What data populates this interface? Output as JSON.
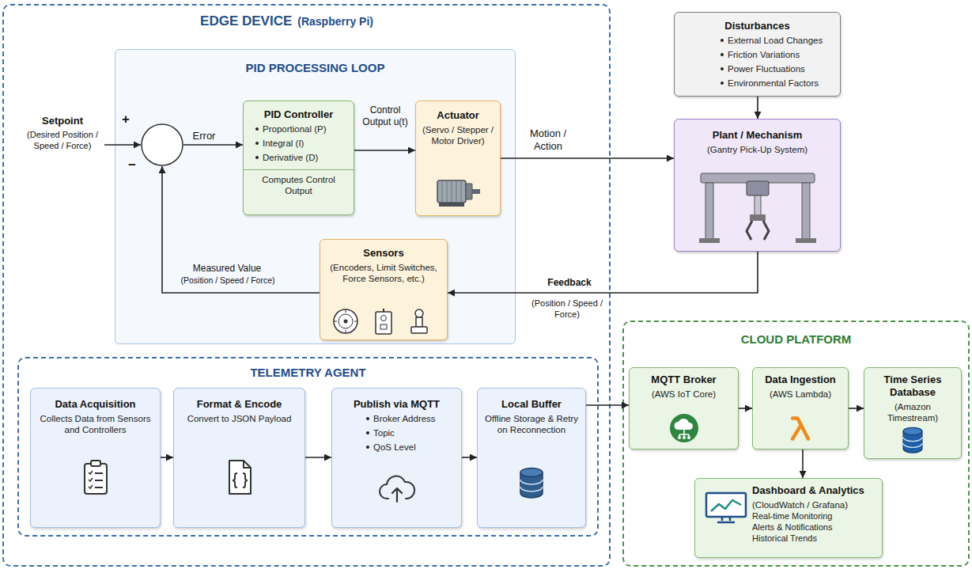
{
  "diagram": {
    "nodes": [
      {
        "text": [
          "EDGE DEVICE",
          "(Raspberry Pi)"
        ]
      },
      {
        "text": [
          "PID PROCESSING LOOP"
        ],
        "in": 0
      },
      {
        "text": [
          "+",
          "−"
        ],
        "in": 1
      },
      {
        "text": [
          "PID Controller",
          "Proportional (P)",
          "Integral (I)",
          "Derivative (D)",
          "Computes Control Output"
        ],
        "in": 1
      },
      {
        "text": [
          "Actuator",
          "(Servo / Stepper / Motor Driver)"
        ],
        "in": 1
      },
      {
        "text": [
          "Sensors",
          "(Encoders, Limit Switches, Force Sensors, etc.)"
        ],
        "in": 1
      },
      {
        "text": [
          "TELEMETRY AGENT"
        ],
        "in": 0
      },
      {
        "text": [
          "Data Acquisition",
          "Collects Data from Sensors and Controllers"
        ],
        "in": 6
      },
      {
        "text": [
          "Format & Encode",
          "Convert to JSON Payload"
        ],
        "in": 6
      },
      {
        "text": [
          "Publish via MQTT",
          "Broker Address",
          "Topic",
          "QoS Level"
        ],
        "in": 6
      },
      {
        "text": [
          "Local Buffer",
          "Offline Storage & Retry on Reconnection"
        ],
        "in": 6
      },
      {
        "text": [
          "Disturbances",
          "External Load Changes",
          "Friction Variations",
          "Power Fluctuations",
          "Environmental Factors"
        ]
      },
      {
        "text": [
          "Plant / Mechanism",
          "(Gantry Pick-Up System)"
        ]
      },
      {
        "text": [
          "CLOUD PLATFORM"
        ]
      },
      {
        "text": [
          "MQTT Broker",
          "(AWS IoT Core)"
        ],
        "in": 13
      },
      {
        "text": [
          "Data Ingestion",
          "(AWS Lambda)"
        ],
        "in": 13
      },
      {
        "text": [
          "Time Series Database",
          "(Amazon Timestream)"
        ],
        "in": 13
      },
      {
        "text": [
          "Dashboard & Analytics",
          "(CloudWatch / Grafana)",
          "Real-time Monitoring",
          "Alerts & Notifications",
          "Historical Trends"
        ],
        "in": 13
      }
    ],
    "edges": [
      {
        "from": 2,
        "to": 3,
        "label": "Error",
        "arrow": "to"
      },
      {
        "from": 3,
        "to": 4,
        "label": "Control Output u(t)",
        "arrow": "to"
      },
      {
        "from": 4,
        "to": 12,
        "label": "Motion / Action",
        "arrow": "to"
      },
      {
        "from": 11,
        "to": 12,
        "arrow": "to"
      },
      {
        "from": 12,
        "to": 5,
        "label": "Feedback",
        "arrow": "to"
      },
      {
        "from": 5,
        "to": 2,
        "label": "Measured Value",
        "arrow": "to"
      },
      {
        "from": 7,
        "to": 8,
        "arrow": "to"
      },
      {
        "from": 8,
        "to": 9,
        "arrow": "to"
      },
      {
        "from": 9,
        "to": 10,
        "arrow": "to"
      },
      {
        "from": 10,
        "to": 14,
        "arrow": "to"
      },
      {
        "from": 14,
        "to": 15,
        "arrow": "to"
      },
      {
        "from": 15,
        "to": 16,
        "arrow": "to"
      },
      {
        "from": 15,
        "to": 17,
        "arrow": "to"
      }
    ],
    "labels": [
      "Setpoint",
      "(Desired Position / Speed / Force)",
      "(Position / Speed / Force)",
      "(Position / Speed / Force)"
    ]
  }
}
